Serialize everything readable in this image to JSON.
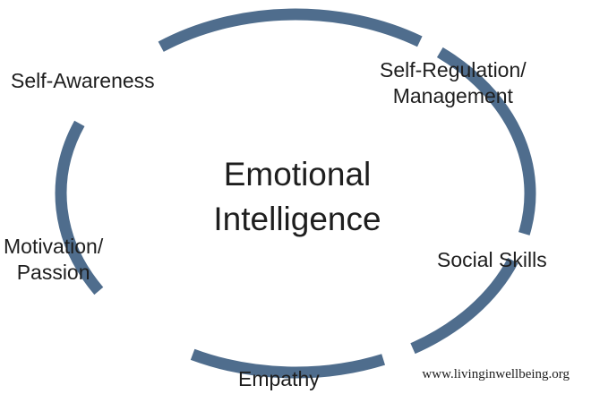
{
  "diagram": {
    "title_lines": [
      "Emotional",
      "Intelligence"
    ],
    "segments": [
      {
        "id": "self-awareness",
        "lines": [
          "Self-Awareness"
        ]
      },
      {
        "id": "self-regulation",
        "lines": [
          "Self-Regulation/",
          "Management"
        ]
      },
      {
        "id": "social-skills",
        "lines": [
          "Social Skills"
        ]
      },
      {
        "id": "empathy",
        "lines": [
          "Empathy"
        ]
      },
      {
        "id": "motivation",
        "lines": [
          "Motivation/",
          "Passion"
        ]
      }
    ],
    "ring_color": "#4f6d8d",
    "text_color": "#1e1e1e"
  },
  "footer": {
    "website": "www.livinginwellbeing.org"
  }
}
